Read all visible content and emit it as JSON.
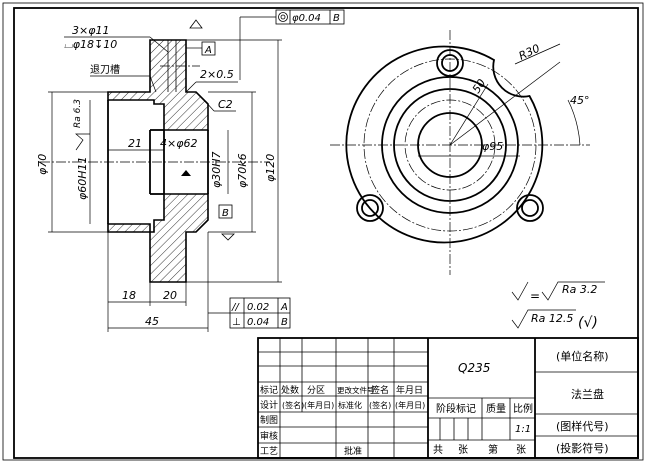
{
  "front_view": {
    "counterbore_note_line1": "3×φ11",
    "counterbore_note_line2": "⌴φ18↧10",
    "relief_groove_label": "退刀槽",
    "groove_size": "2×0.5",
    "chamfer": "C2",
    "datum_a": "A",
    "datum_b": "B",
    "runout_value": "φ0.04",
    "runout_datum": "B",
    "dim_phi70": "φ70",
    "dim_phi60h11": "φ60H11",
    "ra_inner": "Ra 6.3",
    "dim_21": "21",
    "dim_4xphi62": "4×φ62",
    "dim_phi30h7": "φ30H7",
    "dim_phi70k6": "φ70k6",
    "dim_phi120": "φ120",
    "dim_18": "18",
    "dim_20": "20",
    "dim_45": "45",
    "tol_parallel_symbol": "//",
    "tol_parallel_value": "0.02",
    "tol_parallel_datum": "A",
    "tol_perp_symbol": "⊥",
    "tol_perp_value": "0.04",
    "tol_perp_datum": "B"
  },
  "side_view": {
    "dim_r30": "R30",
    "dim_50": "50",
    "dim_phi95": "φ95",
    "angle_45": "45°",
    "rough_eq": "= ",
    "rough_eq_value": "Ra 3.2",
    "rough_general": "Ra 12.5",
    "rough_other": "(√)"
  },
  "title_block": {
    "material": "Q235",
    "unit_name": "(单位名称)",
    "part_name": "法兰盘",
    "drawing_no": "(图样代号)",
    "projection": "(投影符号)",
    "col_mark": "标记",
    "col_count": "处数",
    "col_zone": "分区",
    "col_change_doc": "更改文件号",
    "col_sign": "签名",
    "col_date": "年月日",
    "row_design": "设计",
    "row_sign2": "(签名)",
    "row_date2": "(年月日)",
    "row_std": "标准化",
    "row_sign3": "(签名)",
    "row_date3": "(年月日)",
    "stage_mark": "阶段标记",
    "mass": "质量",
    "scale": "比例",
    "scale_value": "1:1",
    "row_draw": "制图",
    "row_check": "审核",
    "row_process": "工艺",
    "approve": "批准",
    "total": "共",
    "sheets": "张",
    "page": "第",
    "page_sheets": "张"
  }
}
